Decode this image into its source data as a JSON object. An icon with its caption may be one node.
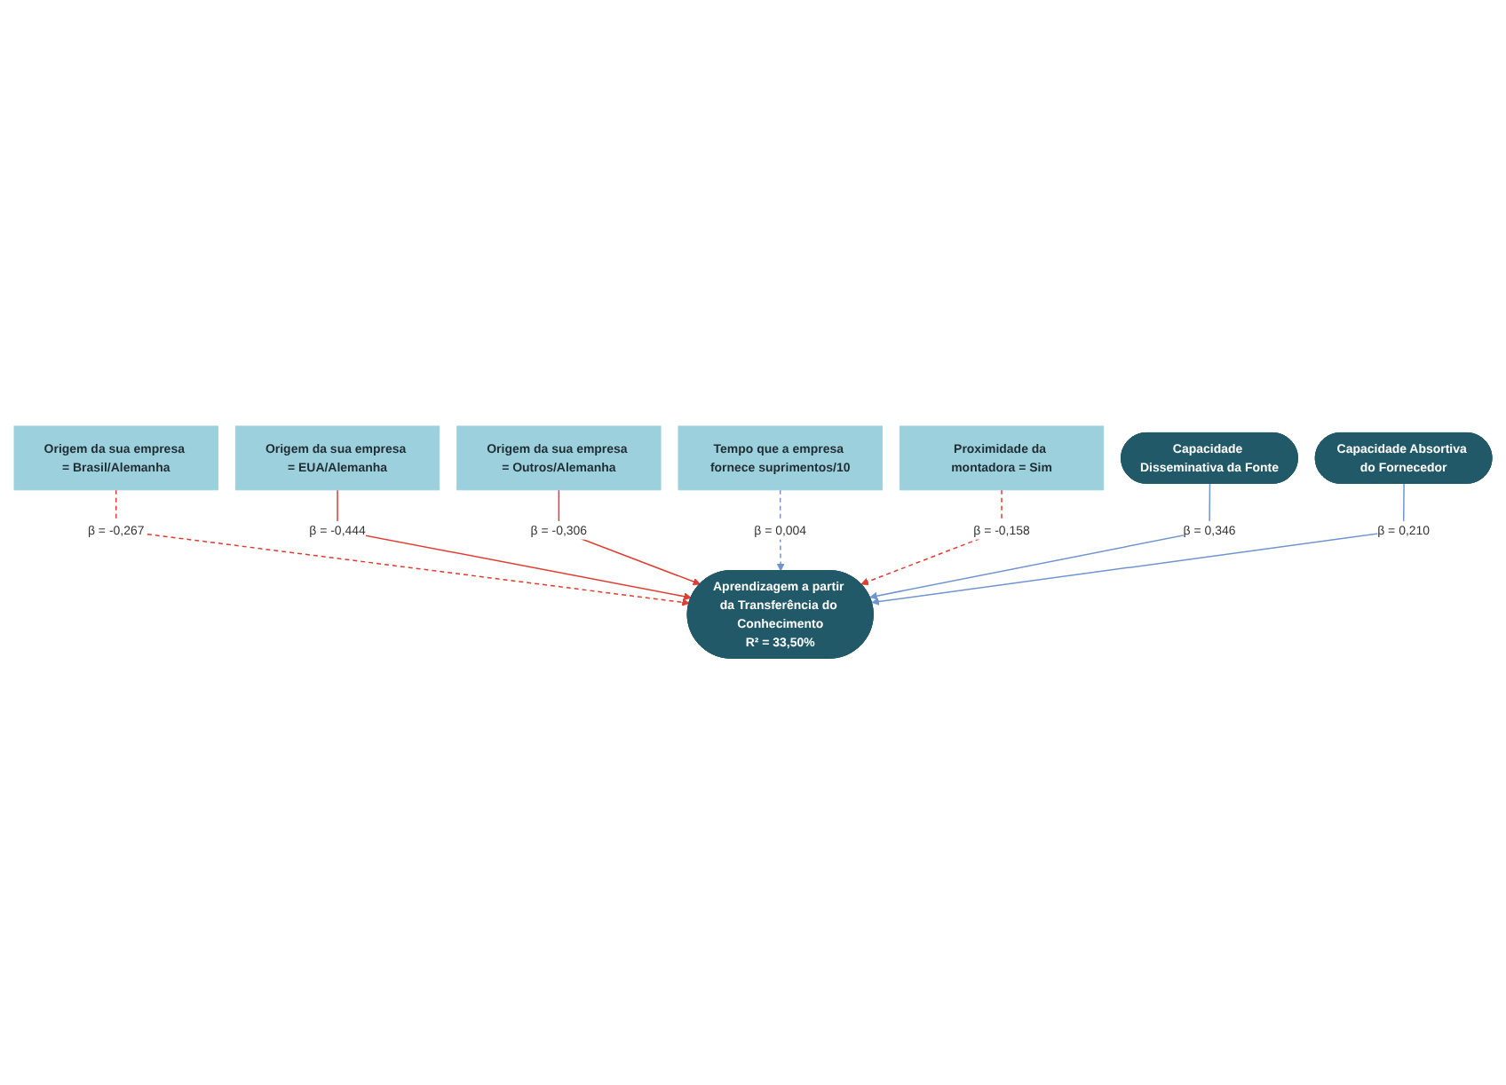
{
  "diagram": {
    "nodes": [
      {
        "text": [
          "Origem da sua empresa = Brasil/Alemanha"
        ]
      },
      {
        "text": [
          "Origem da sua empresa = EUA/Alemanha"
        ]
      },
      {
        "text": [
          "Origem da sua empresa = Outros/Alemanha"
        ]
      },
      {
        "text": [
          "Tempo que a empresa fornece suprimentos/10"
        ]
      },
      {
        "text": [
          "Proximidade da montadora = Sim"
        ]
      },
      {
        "text": [
          "Aprendizagem a partir da Transferência do Conhecimento",
          "R² = 33,50%"
        ]
      },
      {
        "text": [
          "Capacidade Disseminativa da Fonte"
        ]
      },
      {
        "text": [
          "Capacidade Absortiva do Fornecedor"
        ]
      }
    ],
    "edges": [
      {
        "from": 0,
        "to": 5,
        "arrow": "to",
        "label": "β = -0,267",
        "style": "dashed"
      },
      {
        "from": 1,
        "to": 5,
        "arrow": "to",
        "label": "β = -0,444"
      },
      {
        "from": 2,
        "to": 5,
        "arrow": "to",
        "label": "β = -0,306"
      },
      {
        "from": 3,
        "to": 5,
        "arrow": "to",
        "label": "β = 0,004",
        "style": "dashed",
        "color": "#6f94d0"
      },
      {
        "from": 4,
        "to": 5,
        "arrow": "to",
        "label": "β = -0,158",
        "style": "dashed"
      },
      {
        "from": 6,
        "to": 5,
        "arrow": "to",
        "label": "β = 0,346",
        "color": "#6f94d0"
      },
      {
        "from": 7,
        "to": 5,
        "arrow": "to",
        "label": "β = 0,210",
        "color": "#6f94d0"
      }
    ]
  }
}
